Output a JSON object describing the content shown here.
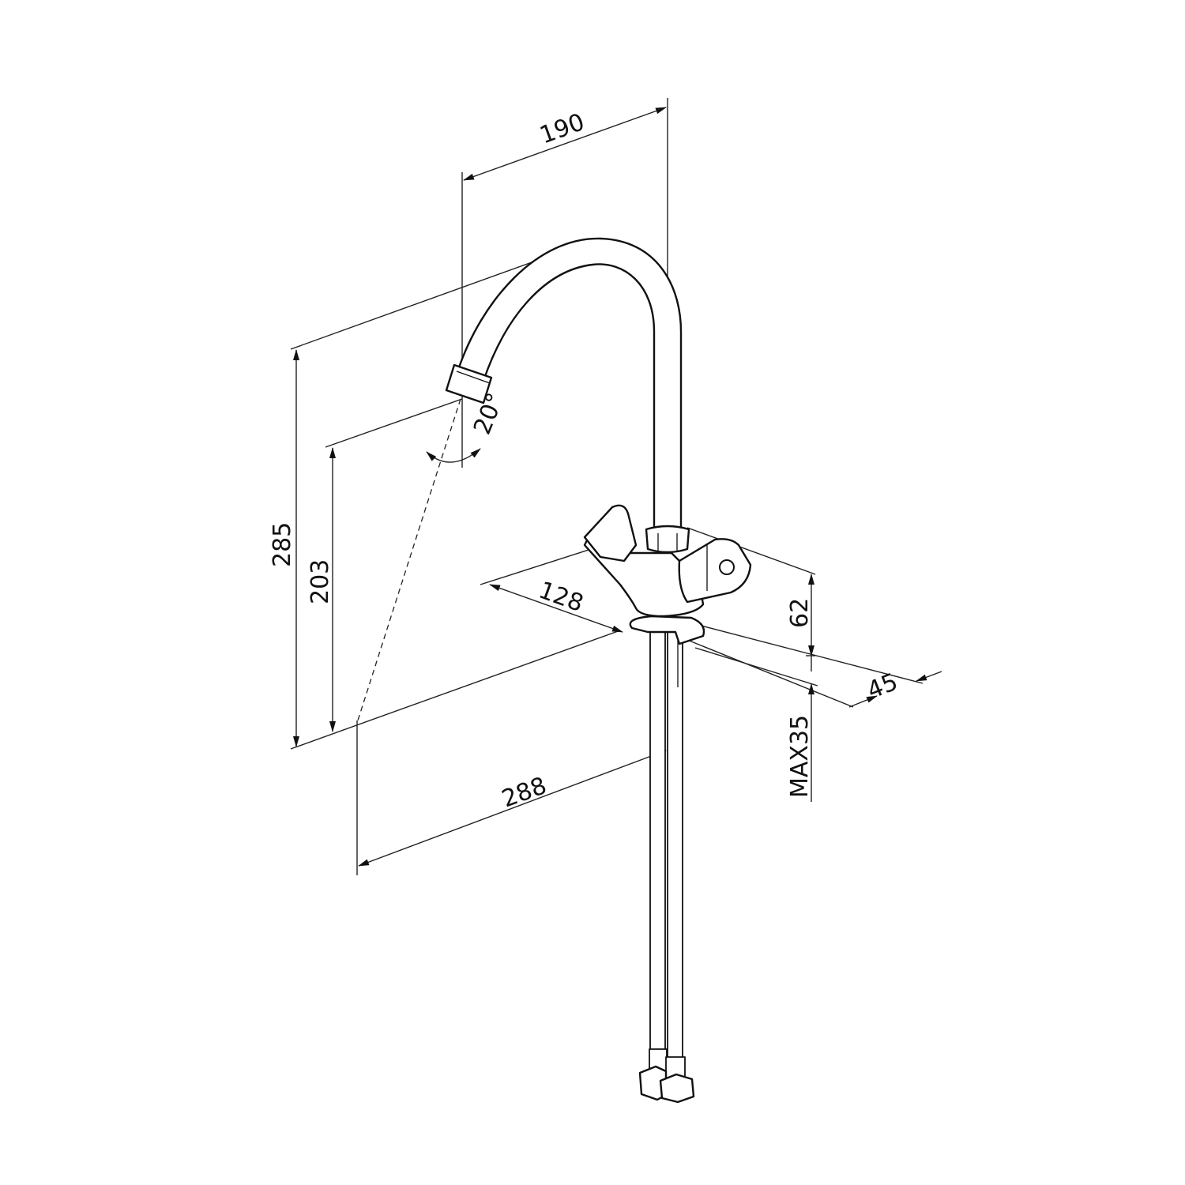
{
  "drawing": {
    "title": "Faucet dimension drawing",
    "dimensions": {
      "spout_reach": "190",
      "total_height": "285",
      "spout_outlet_height": "203",
      "outlet_angle": "20°",
      "handle_span": "128",
      "body_height": "62",
      "base_width": "45",
      "max_counter_thickness": "MAX35",
      "outlet_to_center": "288"
    },
    "colors": {
      "line": "#111111",
      "background": "#ffffff"
    }
  }
}
